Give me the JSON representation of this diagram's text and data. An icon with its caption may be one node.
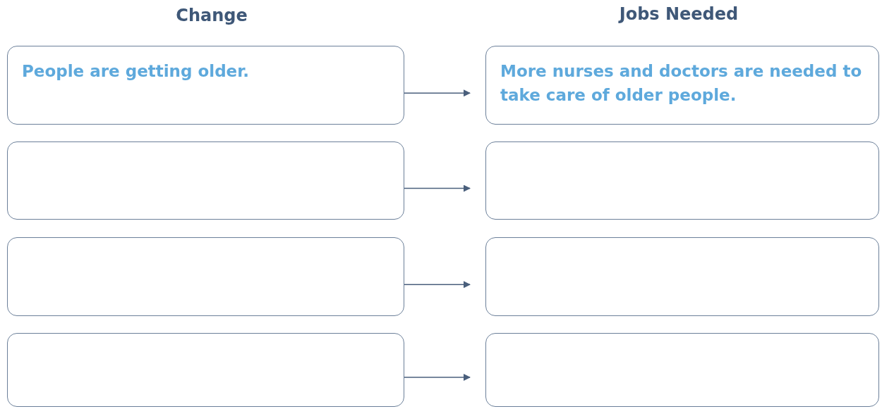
{
  "diagram": {
    "nodes": [
      {
        "text": [
          "People are getting older."
        ]
      },
      {
        "text": [
          "More nurses and doctors are needed to take care of older people."
        ]
      },
      {
        "text": [],
        "shape": "box"
      },
      {
        "text": [],
        "shape": "box"
      },
      {
        "text": [],
        "shape": "box"
      },
      {
        "text": [],
        "shape": "box"
      },
      {
        "text": [],
        "shape": "box"
      },
      {
        "text": [],
        "shape": "box"
      }
    ],
    "edges": [
      {
        "from": 0,
        "to": 1,
        "arrow": "to"
      },
      {
        "from": 2,
        "to": 3,
        "arrow": "to"
      },
      {
        "from": 4,
        "to": 5,
        "arrow": "to"
      },
      {
        "from": 6,
        "to": 7,
        "arrow": "to"
      }
    ],
    "labels": [
      "Change",
      "Jobs Needed"
    ]
  }
}
